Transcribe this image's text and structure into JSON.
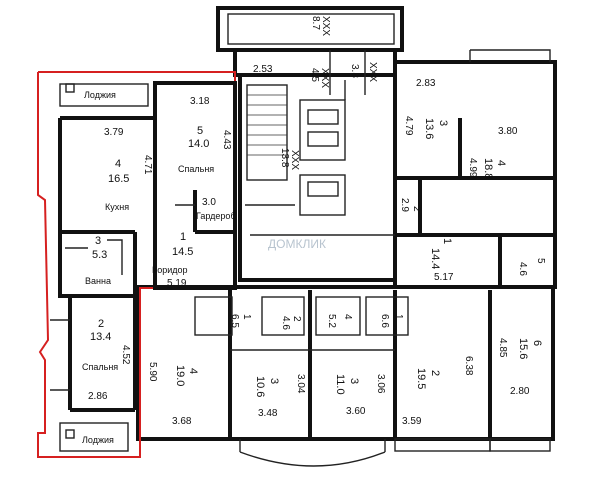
{
  "labels": {
    "loggia_top": "Лоджия",
    "loggia_bottom": "Лоджия",
    "kitchen": "Кухня",
    "bedroom_1": "Спальня",
    "bedroom_2": "Спальня",
    "wardrobe": "Гардероб",
    "corridor": "Коридор",
    "bath": "Ванна",
    "watermark": "ДОМКЛИК"
  },
  "highlight_color": "#d62020",
  "highlighted_apartment": {
    "rooms": [
      {
        "number": "4",
        "area": "16.5",
        "dim": "3.79",
        "dim2": "4.71"
      },
      {
        "number": "5",
        "area": "14.0",
        "dim": "3.18",
        "dim2": "4.43"
      },
      {
        "number": "",
        "area": "",
        "dim": "3.0"
      },
      {
        "number": "3",
        "area": "5.3"
      },
      {
        "number": "1",
        "area": "14.5",
        "dim": "5.19"
      },
      {
        "number": "2",
        "area": "13.4",
        "dim": "2.86",
        "dim2": "4.52"
      }
    ]
  },
  "other_dims": {
    "top_a": "8.7",
    "top_b": "XXX",
    "s1": "2.53",
    "s2": "4.5",
    "s3": "XXX",
    "s4": "3.8",
    "s5": "XXX",
    "stair": "13.8",
    "stair2": "XXX",
    "r283": "2.83",
    "r479": "4.79",
    "r136": "13.6",
    "r3a": "3",
    "r380": "3.80",
    "r499": "4.99",
    "r188": "18.8",
    "r4a": "4",
    "r29": "2.9",
    "r2a": "2",
    "r144": "14.4",
    "r1a": "1",
    "r517": "5.17",
    "r46": "4.6",
    "r5a": "5",
    "b65": "6.5",
    "b1a": "1",
    "b46": "4.6",
    "b2a": "2",
    "b52": "5.2",
    "b4a": "4",
    "b66": "6.6",
    "b1b": "1",
    "b590": "5.90",
    "b190": "19.0",
    "b4b": "4",
    "b106": "10.6",
    "b3a": "3",
    "b304": "3.04",
    "b110": "11.0",
    "b3b": "3",
    "b306": "3.06",
    "b195": "19.5",
    "b2b": "2",
    "b638": "6.38",
    "b485": "4.85",
    "b156": "15.6",
    "b6a": "6",
    "b368": "3.68",
    "b348": "3.48",
    "b360": "3.60",
    "b359": "3.59",
    "b280": "2.80"
  }
}
